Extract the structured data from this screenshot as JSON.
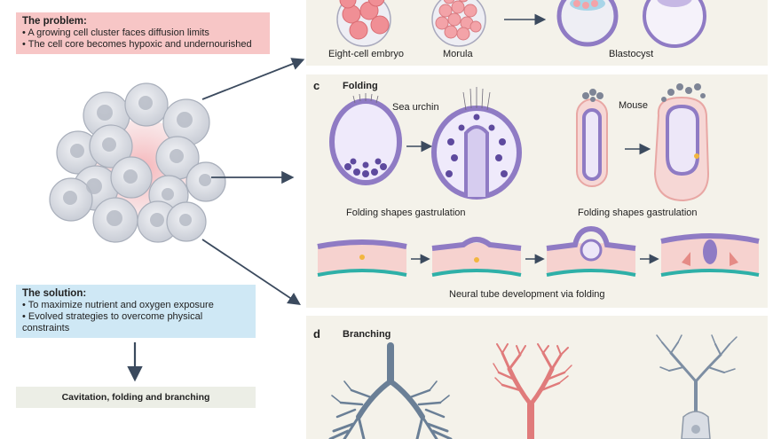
{
  "problem": {
    "title": "The problem:",
    "points": [
      "A growing cell cluster faces diffusion limits",
      "The cell core becomes hypoxic and undernourished"
    ]
  },
  "solution": {
    "title": "The solution:",
    "points": [
      "To maximize nutrient and oxygen exposure",
      "Evolved strategies to overcome physical constraints"
    ]
  },
  "summary": "Cavitation, folding and branching",
  "panel_b": {
    "labels": [
      "Eight-cell embryo",
      "Morula",
      "Blastocyst"
    ]
  },
  "panel_c": {
    "letter": "c",
    "title": "Folding",
    "sea_urchin": "Sea urchin",
    "mouse": "Mouse",
    "caption_left": "Folding shapes gastrulation",
    "caption_right": "Folding shapes gastrulation",
    "neural_caption": "Neural tube development via folding"
  },
  "panel_d": {
    "letter": "d",
    "title": "Branching"
  },
  "colors": {
    "problem_bg": "#f7c6c6",
    "solution_bg": "#cfe8f5",
    "summary_bg": "#eceee6",
    "panel_bg": "#f4f2ea",
    "lung": "#6a7f96",
    "vessel": "#e07b7b",
    "neuron": "#7d8ea3",
    "embryo_purple": "#8f7bc4",
    "tissue_pink": "#f3c7c3",
    "teal": "#2eb0a8"
  }
}
